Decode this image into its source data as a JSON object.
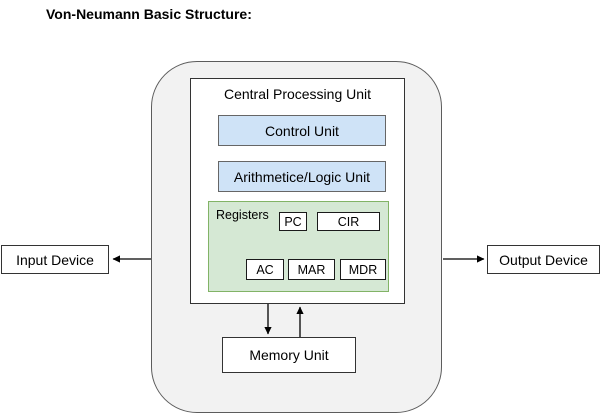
{
  "title": "Von-Neumann Basic Structure:",
  "colors": {
    "canvas_bg": "#ffffff",
    "container_fill": "#f2f2f2",
    "container_border": "#5c5c5c",
    "blue_fill": "#cfe3f7",
    "blue_border": "#666666",
    "green_fill": "#d5e8d4",
    "green_border": "#82b366",
    "arrow": "#000000"
  },
  "diagram": {
    "cpu": {
      "label": "Central Processing Unit",
      "control_unit": "Control Unit",
      "alu": "Arithmetice/Logic Unit",
      "registers": {
        "label": "Registers",
        "top_row": [
          "PC",
          "CIR"
        ],
        "bottom_row": [
          "AC",
          "MAR",
          "MDR"
        ]
      }
    },
    "input_device": "Input Device",
    "output_device": "Output Device",
    "memory_unit": "Memory Unit"
  }
}
